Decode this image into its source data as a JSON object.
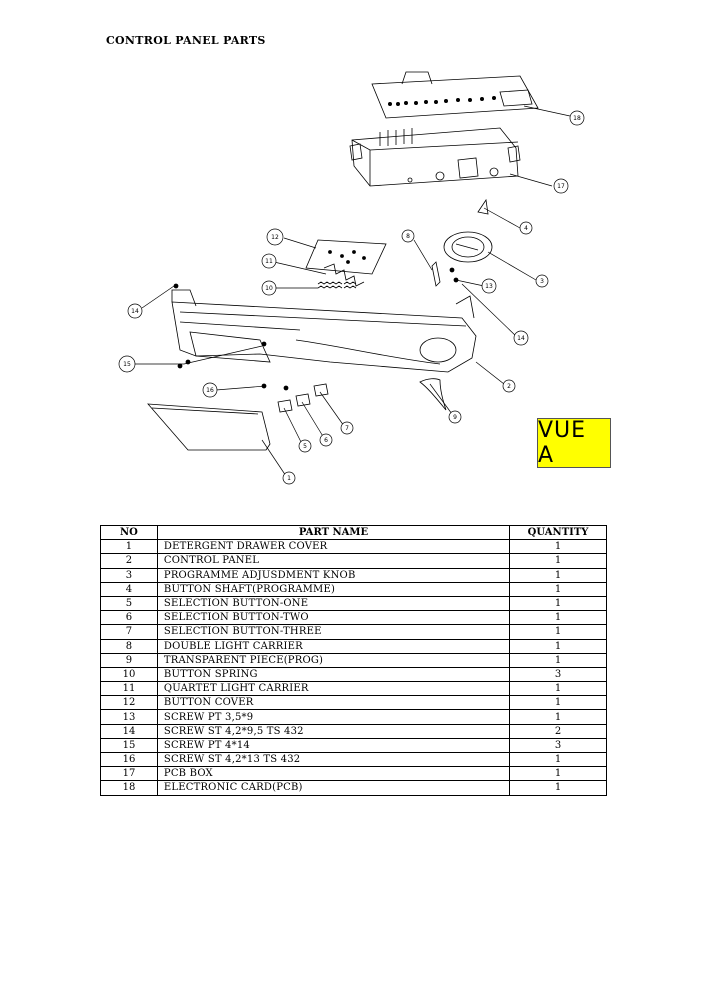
{
  "heading": "CONTROL PANEL PARTS",
  "view_label": "VUE A",
  "callouts": [
    "1",
    "2",
    "3",
    "4",
    "5",
    "6",
    "7",
    "8",
    "9",
    "10",
    "11",
    "12",
    "13",
    "14",
    "14",
    "15",
    "16",
    "17",
    "18"
  ],
  "table": {
    "headers": {
      "no": "NO",
      "name": "PART NAME",
      "qty": "QUANTITY"
    },
    "rows": [
      {
        "no": "1",
        "name": "DETERGENT DRAWER COVER",
        "qty": "1"
      },
      {
        "no": "2",
        "name": "CONTROL PANEL",
        "qty": "1"
      },
      {
        "no": "3",
        "name": "PROGRAMME ADJUSDMENT KNOB",
        "qty": "1"
      },
      {
        "no": "4",
        "name": "BUTTON SHAFT(PROGRAMME)",
        "qty": "1"
      },
      {
        "no": "5",
        "name": "SELECTION BUTTON-ONE",
        "qty": "1"
      },
      {
        "no": "6",
        "name": "SELECTION BUTTON-TWO",
        "qty": "1"
      },
      {
        "no": "7",
        "name": "SELECTION BUTTON-THREE",
        "qty": "1"
      },
      {
        "no": "8",
        "name": "DOUBLE LIGHT CARRIER",
        "qty": "1"
      },
      {
        "no": "9",
        "name": "TRANSPARENT PIECE(PROG)",
        "qty": "1"
      },
      {
        "no": "10",
        "name": "BUTTON SPRING",
        "qty": "3"
      },
      {
        "no": "11",
        "name": "QUARTET LIGHT CARRIER",
        "qty": "1"
      },
      {
        "no": "12",
        "name": "BUTTON COVER",
        "qty": "1"
      },
      {
        "no": "13",
        "name": "SCREW PT 3,5*9",
        "qty": "1"
      },
      {
        "no": "14",
        "name": "SCREW ST 4,2*9,5 TS 432",
        "qty": "2"
      },
      {
        "no": "15",
        "name": "SCREW PT 4*14",
        "qty": "3"
      },
      {
        "no": "16",
        "name": "SCREW  ST 4,2*13 TS 432",
        "qty": "1"
      },
      {
        "no": "17",
        "name": "PCB BOX",
        "qty": "1"
      },
      {
        "no": "18",
        "name": "ELECTRONIC CARD(PCB)",
        "qty": "1"
      }
    ]
  }
}
